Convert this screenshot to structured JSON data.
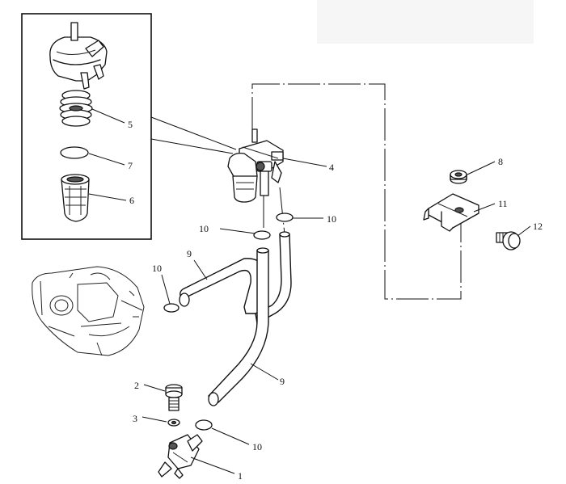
{
  "callouts": {
    "c1": "1",
    "c2": "2",
    "c3": "3",
    "c4": "4",
    "c5": "5",
    "c6": "6",
    "c7": "7",
    "c8": "8",
    "c9a": "9",
    "c9b": "9",
    "c10a": "10",
    "c10b": "10",
    "c10c": "10",
    "c10d": "10",
    "c11": "11",
    "c12": "12"
  },
  "colors": {
    "line": "#111111",
    "background": "#ffffff",
    "faint_corner": "#f4f4f4"
  }
}
